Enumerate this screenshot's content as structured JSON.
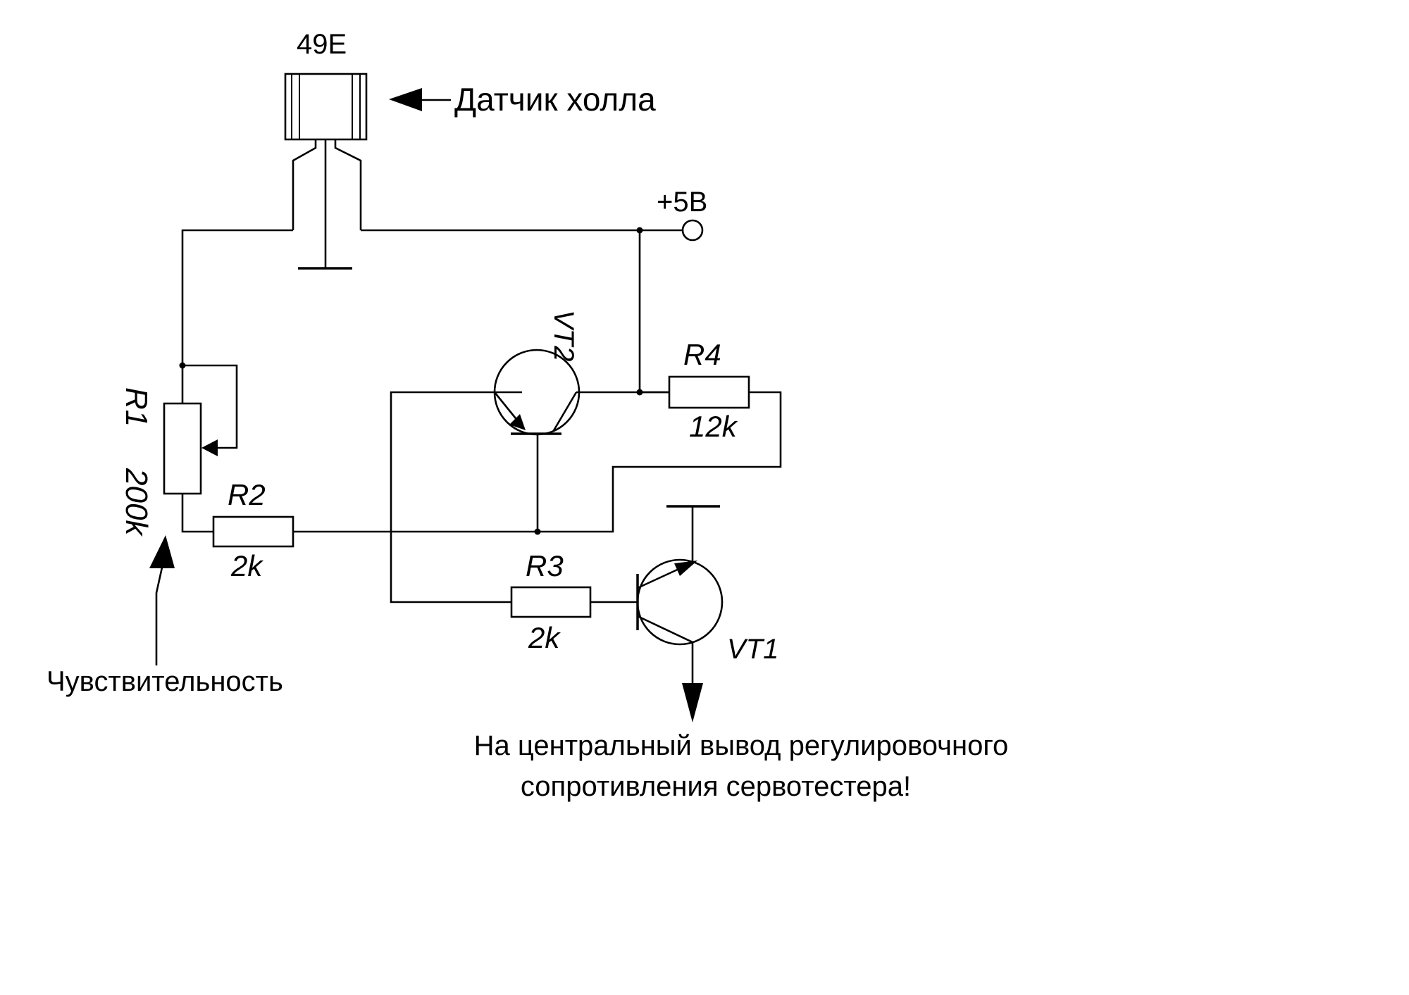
{
  "hall_sensor": {
    "part": "49E",
    "label": "Датчик холла"
  },
  "supply": {
    "label": "+5В"
  },
  "components": {
    "r1": {
      "ref": "R1",
      "value": "200k"
    },
    "r2": {
      "ref": "R2",
      "value": "2k"
    },
    "r3": {
      "ref": "R3",
      "value": "2k"
    },
    "r4": {
      "ref": "R4",
      "value": "12k"
    },
    "vt1": {
      "ref": "VT1"
    },
    "vt2": {
      "ref": "VT2"
    }
  },
  "notes": {
    "sensitivity": "Чувствительность",
    "output_line1": "На центральный вывод регулировочного",
    "output_line2": "сопротивления сервотестера!"
  }
}
